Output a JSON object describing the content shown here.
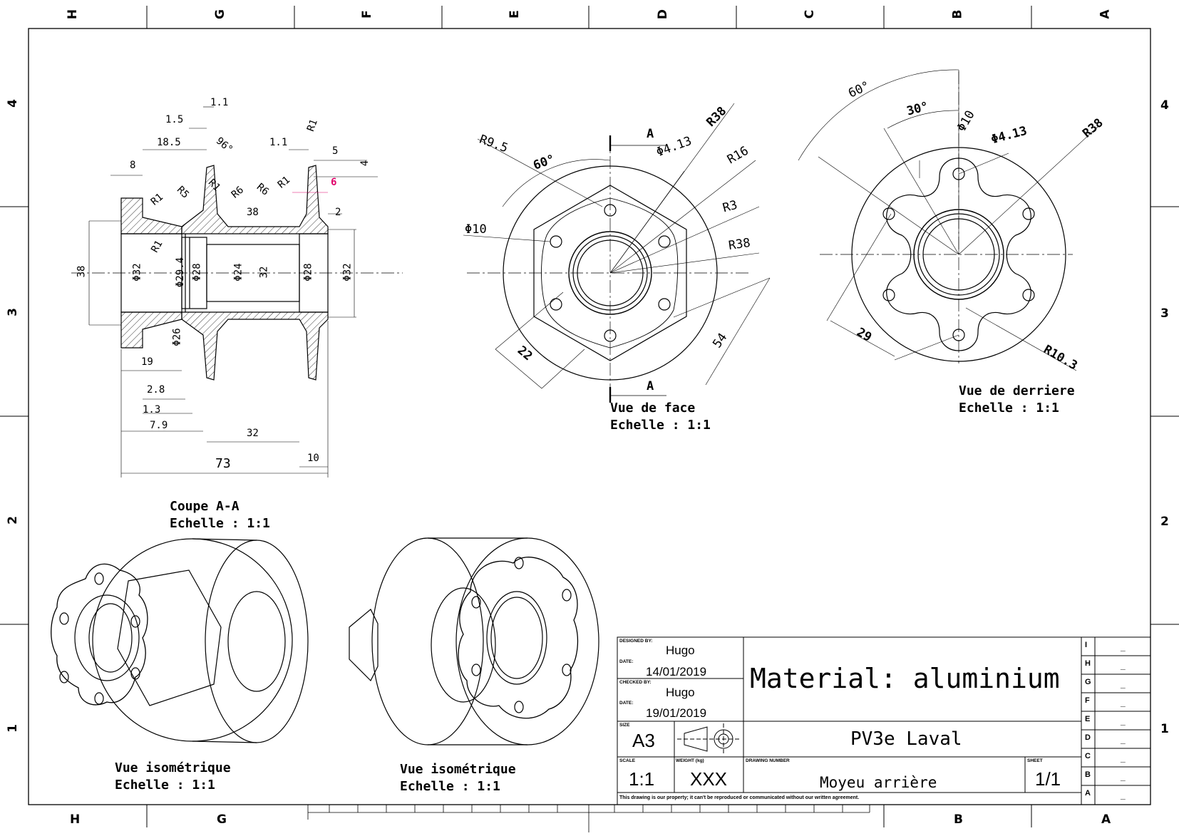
{
  "sheet": {
    "columns_top": [
      "H",
      "G",
      "F",
      "E",
      "D",
      "C",
      "B",
      "A"
    ],
    "columns_bottom": [
      "H",
      "G",
      "B",
      "A"
    ],
    "rows": [
      "4",
      "3",
      "2",
      "1"
    ]
  },
  "views": {
    "section": {
      "caption": "Coupe A-A",
      "scale": "Echelle :  1:1"
    },
    "front": {
      "caption": "Vue de face",
      "scale": "Echelle :  1:1",
      "section_marker": "A"
    },
    "rear": {
      "caption": "Vue de derriere",
      "scale": "Echelle :  1:1"
    },
    "iso1": {
      "caption": "Vue isométrique",
      "scale": "Echelle :  1:1"
    },
    "iso2": {
      "caption": "Vue isométrique",
      "scale": "Echelle :  1:1"
    }
  },
  "dimensions": {
    "section": [
      "1.1",
      "1.5",
      "18.5",
      "96°",
      "8",
      "1.1",
      "R1",
      "5",
      "4",
      "6",
      "R1",
      "R5",
      "R1",
      "R6",
      "R6",
      "R1",
      "38",
      "2",
      "R1",
      "38",
      "Φ32",
      "Φ29.4",
      "Φ28",
      "Φ24",
      "32",
      "Φ28",
      "Φ32",
      "Φ26",
      "19",
      "2.8",
      "1.3",
      "7.9",
      "32",
      "10",
      "73"
    ],
    "front": [
      "R9.5",
      "60°",
      "Φ4.13",
      "R38",
      "R16",
      "R3",
      "R38",
      "Φ10",
      "22",
      "54"
    ],
    "rear": [
      "60°",
      "30°",
      "Φ10",
      "Φ4.13",
      "R38",
      "29",
      "R10.3"
    ]
  },
  "title_block": {
    "designed_by_label": "DESIGNED BY:",
    "designed_by": "Hugo",
    "date1_label": "DATE:",
    "date1": "14/01/2019",
    "checked_by_label": "CHECKED BY:",
    "checked_by": "Hugo",
    "date2_label": "DATE:",
    "date2": "19/01/2019",
    "material": "Material: aluminium",
    "size_label": "SIZE",
    "size": "A3",
    "project": "PV3e Laval",
    "scale_label": "SCALE",
    "scale": "1:1",
    "weight_label": "WEIGHT (kg)",
    "weight": "XXX",
    "drawing_number_label": "DRAWING NUMBER",
    "drawing_number": "Moyeu arrière",
    "sheet_label": "SHEET",
    "sheet": "1/1",
    "disclaimer": "This drawing is our property; it can't be reproduced or communicated without our written agreement.",
    "revisions": [
      {
        "letter": "I",
        "value": "_"
      },
      {
        "letter": "H",
        "value": "_"
      },
      {
        "letter": "G",
        "value": "_"
      },
      {
        "letter": "F",
        "value": "_"
      },
      {
        "letter": "E",
        "value": "_"
      },
      {
        "letter": "D",
        "value": "_"
      },
      {
        "letter": "C",
        "value": "_"
      },
      {
        "letter": "B",
        "value": "_"
      },
      {
        "letter": "A",
        "value": "_"
      }
    ]
  }
}
